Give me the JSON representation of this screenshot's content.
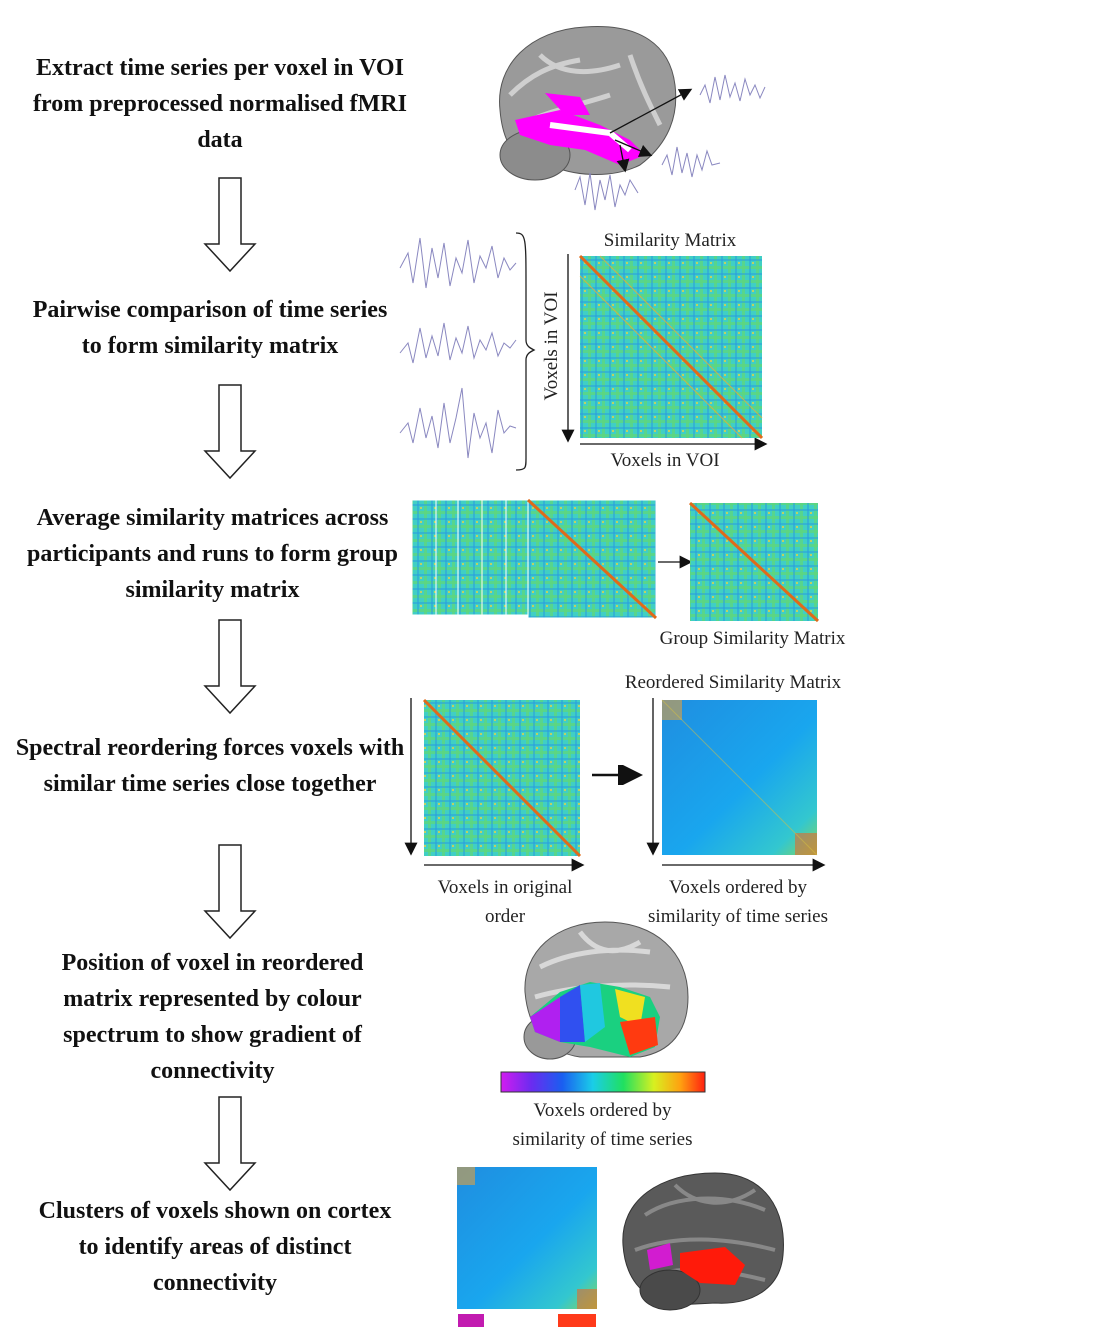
{
  "steps": [
    "Extract time series per voxel in VOI from preprocessed normalised fMRI data",
    "Pairwise comparison of  time series to form similarity matrix",
    "Average similarity matrices across participants and runs to form group similarity matrix",
    "Spectral reordering forces voxels with similar time series close together",
    "Position of  voxel in reordered matrix represented by colour spectrum to show gradient of connectivity",
    "Clusters of  voxels shown on cortex to identify areas of distinct connectivity"
  ],
  "labels": {
    "similarity_matrix": "Similarity Matrix",
    "voxels_in_voi_y": "Voxels in VOI",
    "voxels_in_voi_x": "Voxels in VOI",
    "group_similarity_matrix": "Group Similarity Matrix",
    "reordered_similarity_matrix": "Reordered Similarity Matrix",
    "voxels_original_order": "Voxels in original order",
    "voxels_ordered_similarity": "Voxels ordered by similarity of  time series",
    "colourbar_label": "Voxels ordered by similarity of  time series"
  },
  "colors": {
    "highlight_magenta": "#ff00ff",
    "cluster_magenta": "#c21bb0",
    "cluster_red": "#ff3a1a",
    "matrix_cyan": "#3fd0c8",
    "matrix_blue": "#1a9ee8"
  }
}
